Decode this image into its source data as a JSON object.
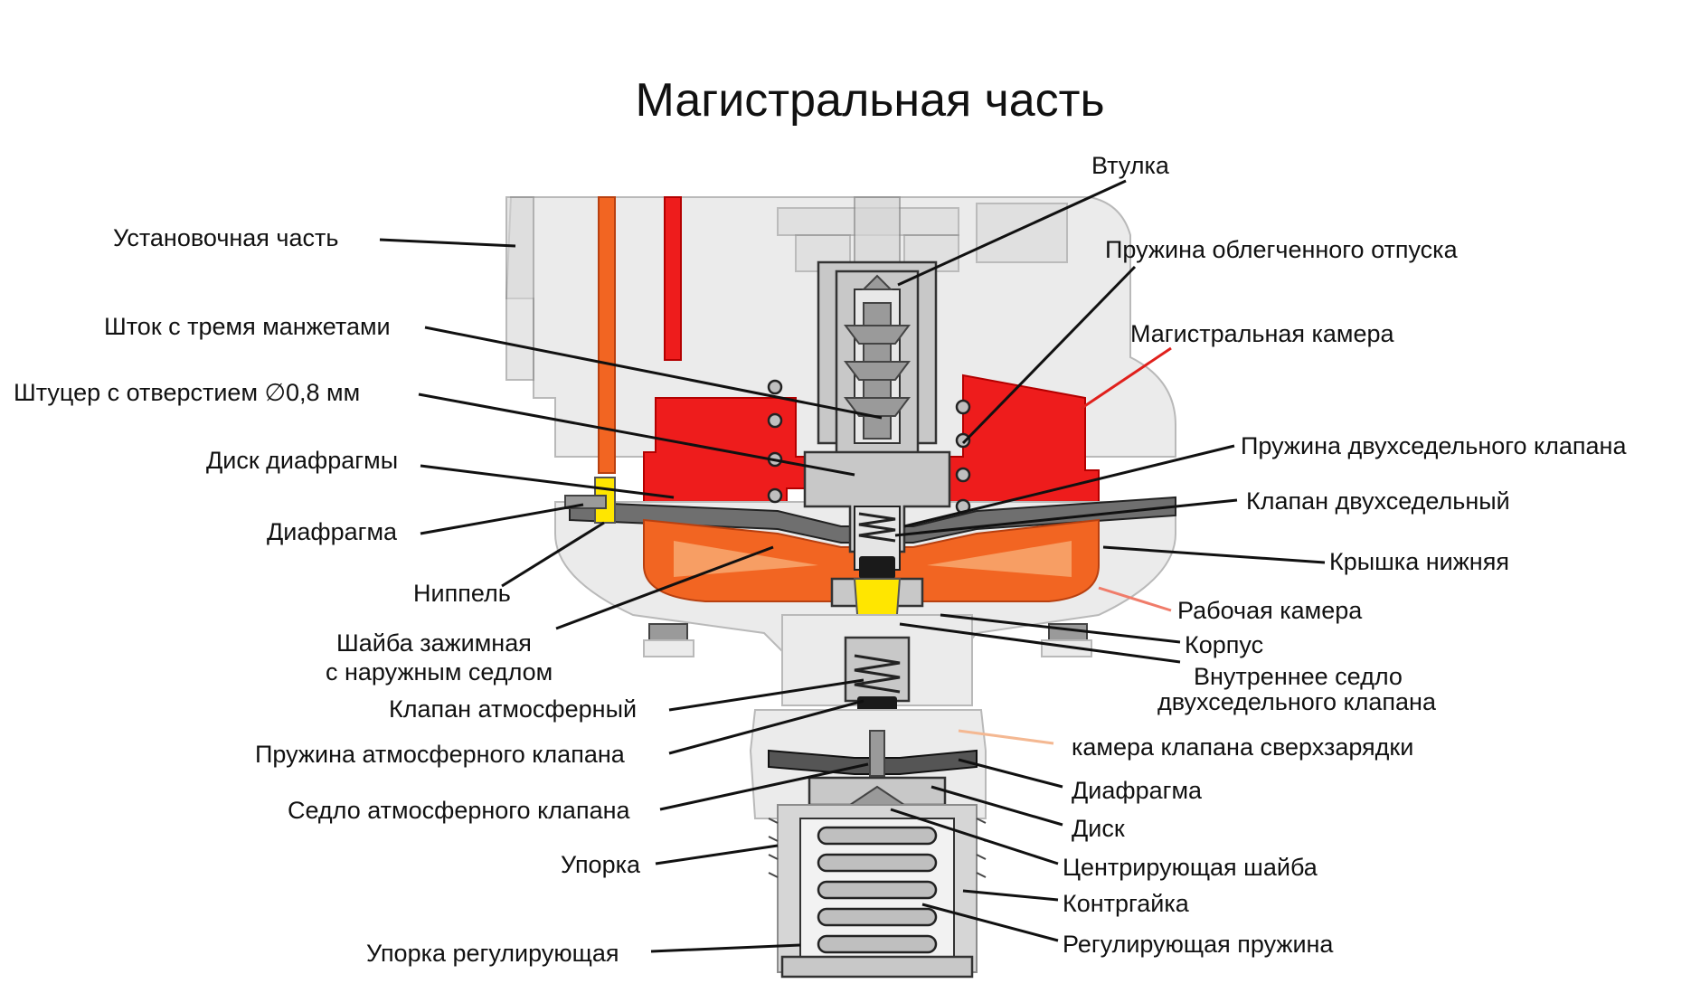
{
  "title": "Магистральная часть",
  "labels": {
    "vtulka": "Втулка",
    "ustanovochnaya": "Установочная часть",
    "pruzhina_oblegch": "Пружина облегченного отпуска",
    "shtok": "Шток с тремя манжетами",
    "magistr_kamera": "Магистральная камера",
    "shtutser": "Штуцер с отверстием  ∅0,8 мм",
    "pruzhina_dvukhsed": "Пружина двухседельного клапана",
    "disk_diafragmy": "Диск диафрагмы",
    "klapan_dvukhsed": "Клапан двухседельный",
    "diafragma_top": "Диафрагма",
    "kryshka": "Крышка нижняя",
    "nippel": "Ниппель",
    "rabochaya": "Рабочая камера",
    "shaiba_1": "Шайба зажимная",
    "shaiba_2": "с наружным седлом",
    "korpus": "Корпус",
    "vnutr_1": "Внутреннее седло",
    "vnutr_2": "двухседельного клапана",
    "klapan_atm": "Клапан  атмосферный",
    "kamera_sverkh": "камера клапана сверхзарядки",
    "pruzhina_atm": "Пружина  атмосферного клапана",
    "diafragma_bottom": "Диафрагма",
    "sedlo_atm": "Седло атмосферного клапана",
    "disk": "Диск",
    "uporka": "Упорка",
    "tsentr_shaiba": "Центрирующая шайба",
    "kontrgaika": "Контргайка",
    "uporka_reg": "Упорка регулирующая",
    "reg_pruzhina": "Регулирующая пружина"
  },
  "colors": {
    "main_chamber": "#ee1c1c",
    "work_chamber": "#f26522",
    "overcharge_chamber": "#f6a49a",
    "seat": "#ffe600",
    "body": "#ebebeb"
  }
}
